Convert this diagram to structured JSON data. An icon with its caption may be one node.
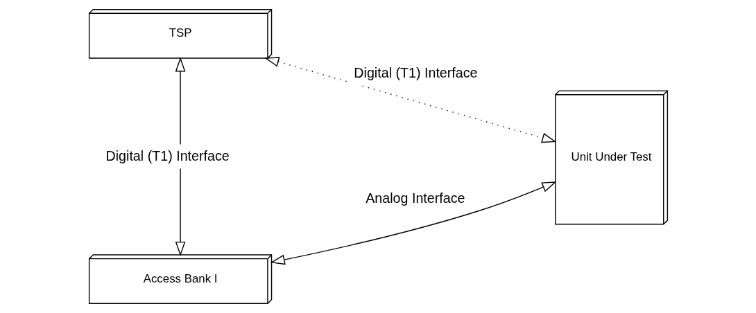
{
  "diagram": {
    "nodes": [
      {
        "text": [
          "TSP"
        ]
      },
      {
        "text": [
          "Access Bank I"
        ]
      },
      {
        "text": [
          "Unit Under Test"
        ]
      }
    ],
    "edges": [
      {
        "from": 0,
        "to": 1,
        "arrow": "both",
        "label": "Digital (T1) Interface"
      },
      {
        "from": 0,
        "to": 2,
        "arrow": "both",
        "label": "Digital (T1) Interface",
        "style": "dashed"
      },
      {
        "from": 1,
        "to": 2,
        "arrow": "both",
        "label": "Analog Interface"
      }
    ]
  }
}
